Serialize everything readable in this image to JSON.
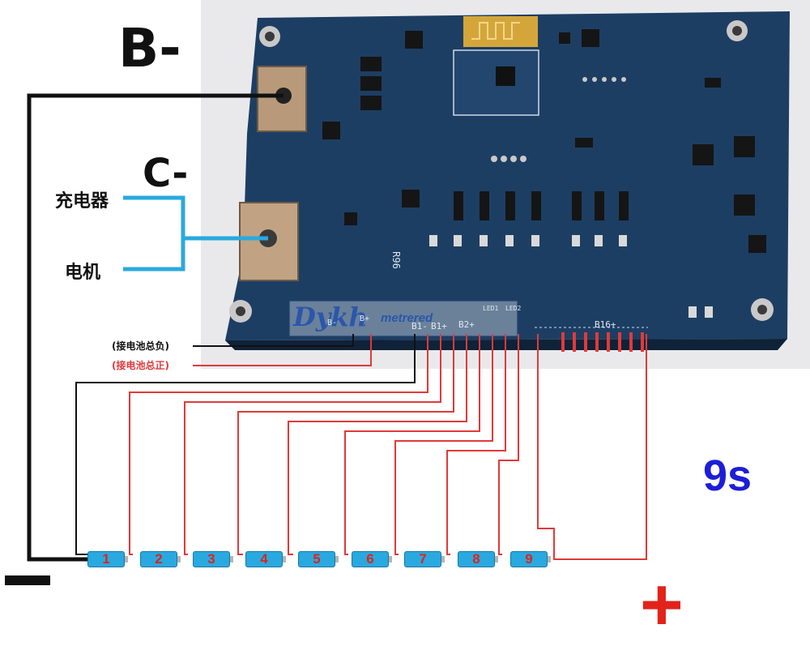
{
  "labels": {
    "b_minus": "B-",
    "c_minus": "C-",
    "charger": "充电器",
    "motor": "电机",
    "note_negative": "(接电池总负)",
    "note_positive": "(接电池总正)",
    "series_count": "9s",
    "minus_sign": "−",
    "plus_sign": "+"
  },
  "board": {
    "silkscreen_r96": "R96",
    "pin_b1minus": "B1-",
    "pin_b1plus": "B1+",
    "pin_b2plus": "B2+",
    "pin_b16plus": "B16+",
    "pin_bplus": "B+",
    "pin_bminus": "B-",
    "watermark_dykh": "Dykh",
    "watermark_metrered": "metrered",
    "led1": "LED1",
    "led2": "LED2"
  },
  "cells": [
    "1",
    "2",
    "3",
    "4",
    "5",
    "6",
    "7",
    "8",
    "9"
  ],
  "colors": {
    "pcb": "#1d3e63",
    "red_wire": "#e03a3a",
    "black_wire": "#111111",
    "blue_wire": "#29a9df",
    "cell": "#29a9df",
    "accent_9s": "#1d1dd8",
    "plus_sign": "#e2231a"
  }
}
